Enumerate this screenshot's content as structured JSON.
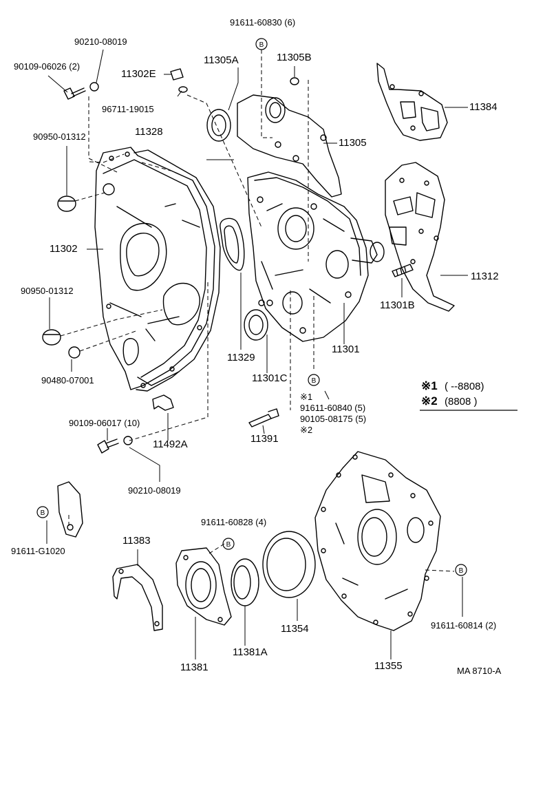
{
  "labels": {
    "p91611_60830": "91611-60830 (6)",
    "p90210_08019_top": "90210-08019",
    "p90109_06026": "90109-06026 (2)",
    "p11302E": "11302E",
    "p11305A": "11305A",
    "p11305B": "11305B",
    "p96711_19015": "96711-19015",
    "p11384": "11384",
    "p90950_01312_top": "90950-01312",
    "p11328": "11328",
    "p11305": "11305",
    "p11302": "11302",
    "p11312": "11312",
    "p90950_01312_mid": "90950-01312",
    "p11301B": "11301B",
    "p11329": "11329",
    "p11301": "11301",
    "p90480_07001": "90480-07001",
    "p11301C": "11301C",
    "note1_range": "( --8808)",
    "note2_range": "(8808 )",
    "note1_mark": "※1",
    "note2_mark": "※2",
    "p91611_60840": "91611-60840 (5)",
    "p90105_08175": "90105-08175 (5)",
    "p90109_06017": "90109-06017 (10)",
    "p11492A": "11492A",
    "p11391": "11391",
    "p90210_08019_bot": "90210-08019",
    "p91611_G1020": "91611-G1020",
    "p91611_60828": "91611-60828 (4)",
    "p11383": "11383",
    "p11354": "11354",
    "p11381A": "11381A",
    "p11381": "11381",
    "p11355": "11355",
    "p91611_60814": "91611-60814 (2)",
    "ref_code": "MA 8710-A",
    "bolt_mark": "B"
  }
}
